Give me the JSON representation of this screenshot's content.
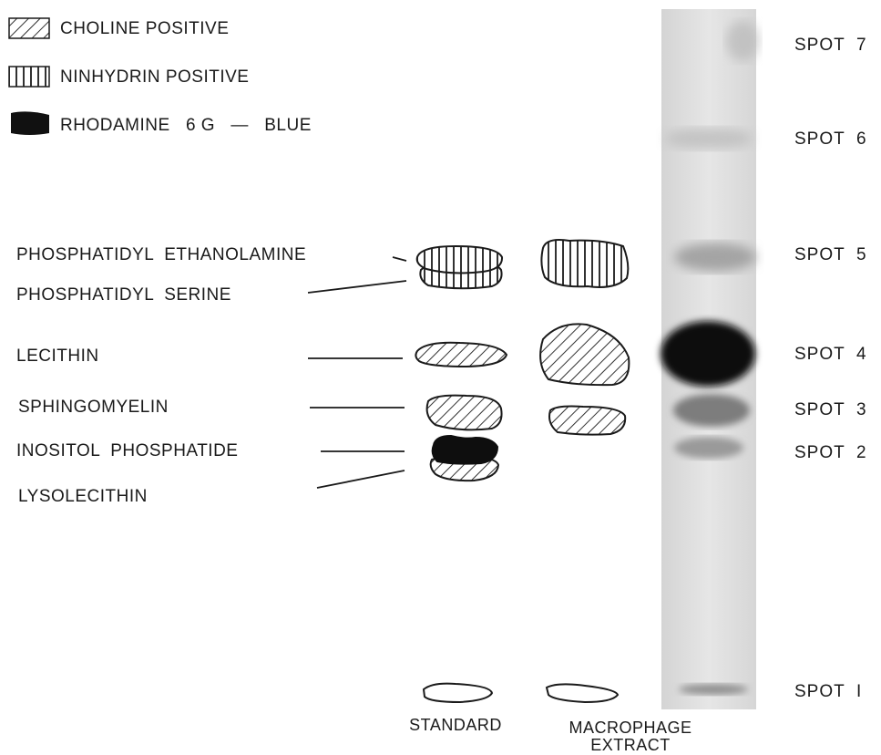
{
  "legend": [
    {
      "label": "CHOLINE  POSITIVE",
      "pattern": "diagonal-hatch"
    },
    {
      "label": "NINHYDRIN  POSITIVE",
      "pattern": "vertical-hatch"
    },
    {
      "label": "RHODAMINE   6 G   —   BLUE",
      "pattern": "solid-black"
    }
  ],
  "compounds": [
    {
      "label": "PHOSPHATIDYL  ETHANOLAMINE"
    },
    {
      "label": "PHOSPHATIDYL  SERINE"
    },
    {
      "label": "LECITHIN"
    },
    {
      "label": "SPHINGOMYELIN"
    },
    {
      "label": "INOSITOL  PHOSPHATIDE"
    },
    {
      "label": "LYSOLECITHIN"
    }
  ],
  "spots": [
    {
      "label": "SPOT  7"
    },
    {
      "label": "SPOT  6"
    },
    {
      "label": "SPOT  5"
    },
    {
      "label": "SPOT  4"
    },
    {
      "label": "SPOT  3"
    },
    {
      "label": "SPOT  2"
    },
    {
      "label": "SPOT  I"
    }
  ],
  "columns": {
    "standard": "STANDARD",
    "macrophage_line1": "MACROPHAGE",
    "macrophage_line2": "EXTRACT"
  },
  "colors": {
    "ink": "#1a1a1a",
    "paper": "#ffffff",
    "strip": "#dedede"
  }
}
